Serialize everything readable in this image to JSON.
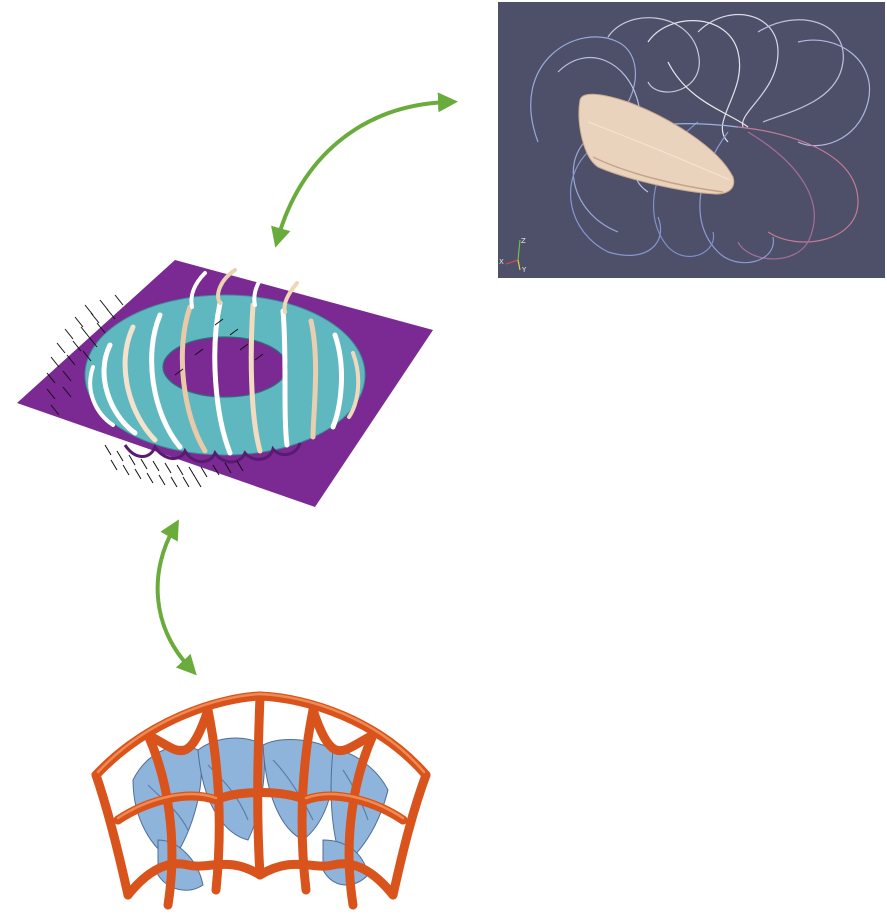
{
  "diagram": {
    "connector_color": "#6aac3c",
    "panels": [
      {
        "id": "field-line-viewer",
        "background": "#4d5068",
        "icon": "orientation-axes-icon",
        "axis_labels": {
          "x": "X",
          "y": "Y",
          "z": "Z"
        }
      },
      {
        "id": "torus-field-visualization",
        "plane_color": "#7a2a92",
        "torus_color": "#5fb8c0"
      },
      {
        "id": "stellarator-coils",
        "coil_color": "#d9541c",
        "inner_color": "#8fb4dc"
      }
    ],
    "connectors": [
      {
        "from": "torus-field-visualization",
        "to": "field-line-viewer",
        "style": "double-arrow"
      },
      {
        "from": "torus-field-visualization",
        "to": "stellarator-coils",
        "style": "double-arrow"
      }
    ]
  }
}
